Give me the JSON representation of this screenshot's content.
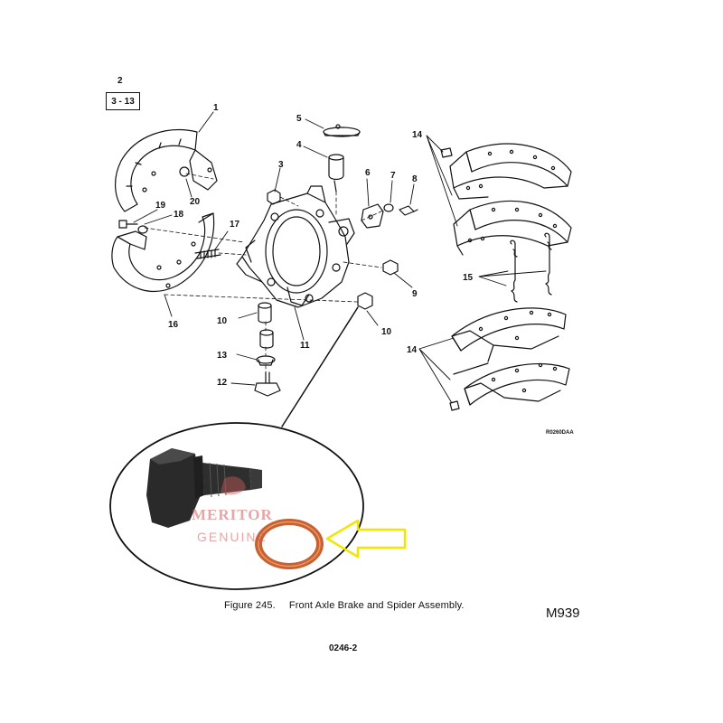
{
  "reference": {
    "top": "2",
    "box": "3 - 13"
  },
  "callouts": {
    "c1": "1",
    "c3": "3",
    "c4": "4",
    "c5": "5",
    "c6": "6",
    "c7": "7",
    "c8": "8",
    "c9": "9",
    "c10a": "10",
    "c10b": "10",
    "c11": "11",
    "c12": "12",
    "c13": "13",
    "c14a": "14",
    "c14b": "14",
    "c15": "15",
    "c16": "16",
    "c17": "17",
    "c18": "18",
    "c19": "19",
    "c20": "20"
  },
  "drawing_code": "R0260DAA",
  "watermark": {
    "brand": "MERITOR",
    "tagline": "GENUINE"
  },
  "caption": {
    "figure": "Figure 245.",
    "title": "Front Axle Brake and Spider Assembly."
  },
  "model": "M939",
  "page_number": "0246-2",
  "colors": {
    "ink": "#111111",
    "arrow": "#f2e600",
    "washer": "#c8602f",
    "bolt": "#2a2a2a",
    "watermark": "#cd5c5c"
  }
}
